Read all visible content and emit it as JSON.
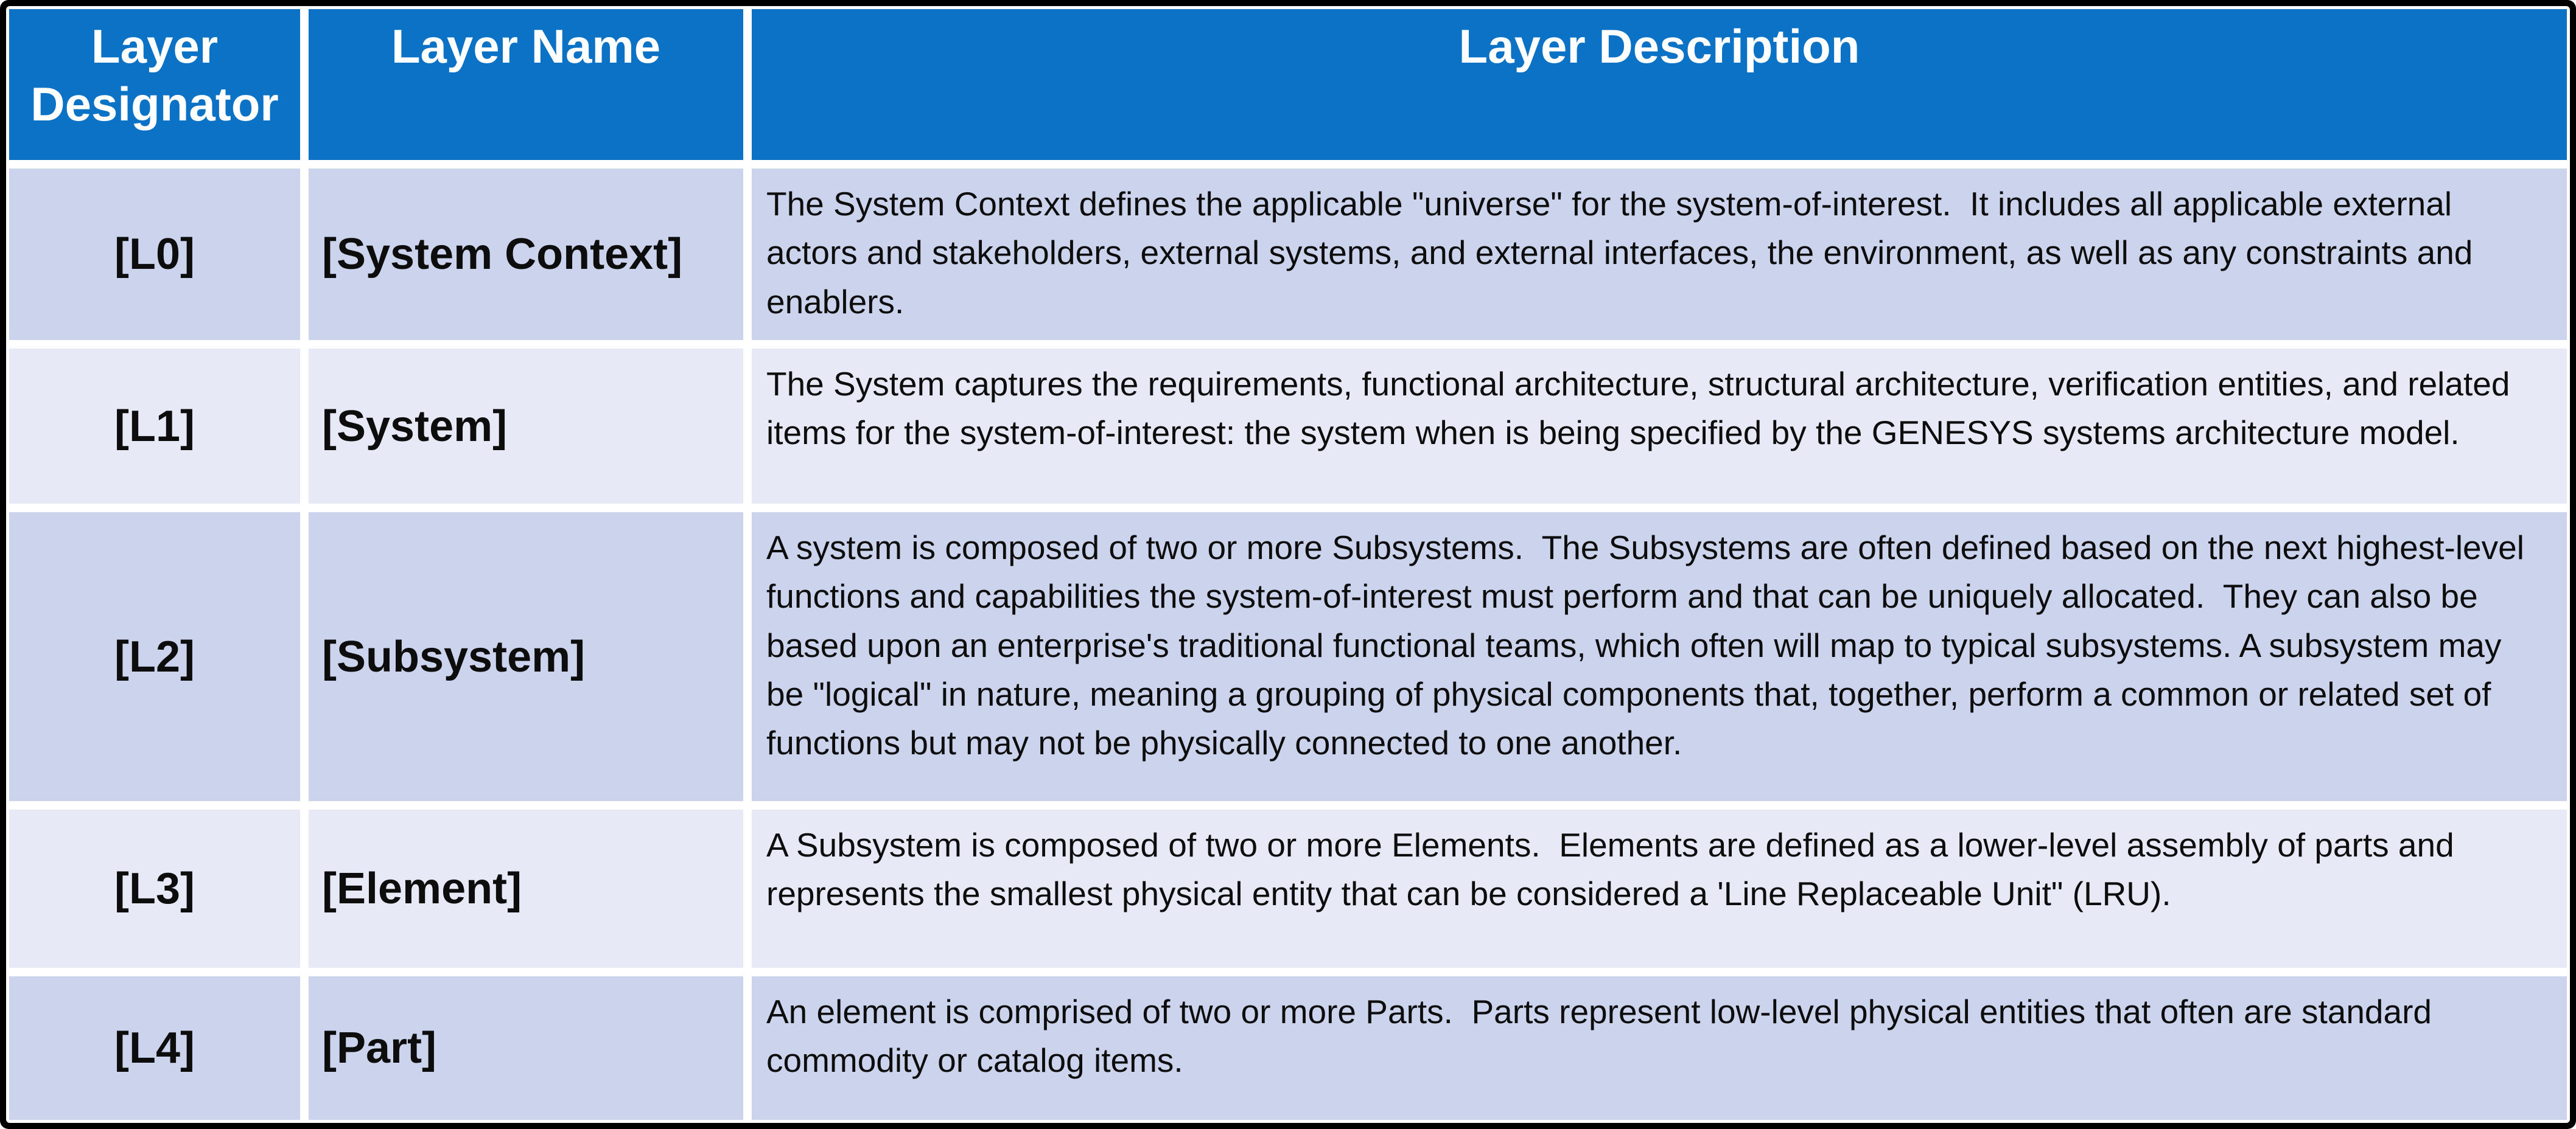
{
  "table": {
    "headers": {
      "designator": "Layer Designator",
      "name": "Layer Name",
      "description": "Layer Description"
    },
    "rows": [
      {
        "designator": "[L0]",
        "name": "[System Context]",
        "description": "The System Context defines the applicable \"universe\" for the system-of-interest.  It includes all applicable external actors and stakeholders, external systems, and external interfaces, the environment, as well as any constraints and enablers."
      },
      {
        "designator": "[L1]",
        "name": "[System]",
        "description": "The System captures the requirements, functional architecture, structural architecture, verification entities, and related items for the system-of-interest: the system when is being specified by the GENESYS systems architecture model."
      },
      {
        "designator": "[L2]",
        "name": "[Subsystem]",
        "description": "A system is composed of two or more Subsystems.  The Subsystems are often defined based on the next highest-level functions and capabilities the system-of-interest must perform and that can be uniquely allocated.  They can also be based upon an enterprise's traditional functional teams, which often will map to typical subsystems. A subsystem may be \"logical\" in nature, meaning a grouping of physical components that, together, perform a common or related set of functions but may not be physically connected to one another."
      },
      {
        "designator": "[L3]",
        "name": "[Element]",
        "description": "A Subsystem is composed of two or more Elements.  Elements are defined as a lower-level assembly of parts and represents the smallest physical entity that can be considered a 'Line Replaceable Unit\" (LRU)."
      },
      {
        "designator": "[L4]",
        "name": "[Part]",
        "description": "An element is comprised of two or more Parts.  Parts represent low-level physical entities that often are standard commodity or catalog items."
      }
    ]
  },
  "colors": {
    "header_blue": "#0b72c6",
    "row_dark": "#cbd4ec",
    "row_light": "#e7eaf6",
    "grid_line": "#ffffff",
    "outer_border": "#000000",
    "header_text": "#ffffff",
    "body_text": "#0d0d0d"
  }
}
